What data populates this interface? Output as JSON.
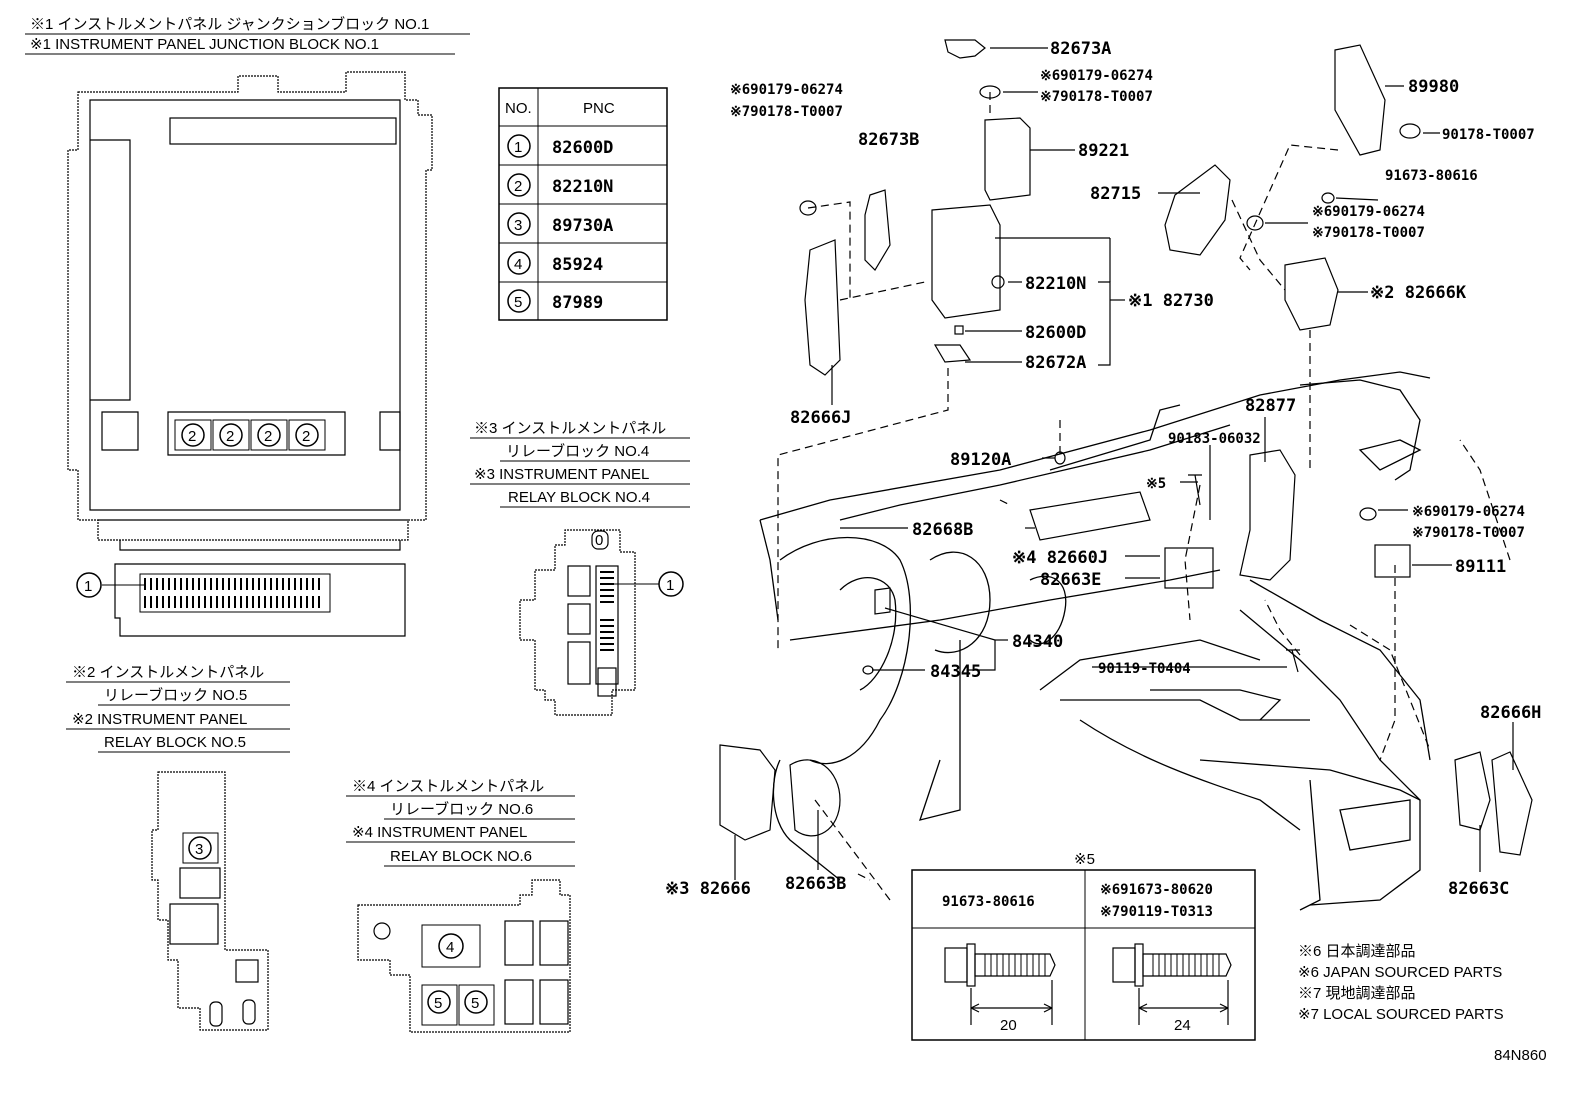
{
  "headings": {
    "jb1_ja": "※1 インストルメントパネル ジャンクションブロック NO.1",
    "jb1_en": "※1 INSTRUMENT PANEL JUNCTION BLOCK NO.1",
    "rb4_ja1": "※3 インストルメントパネル",
    "rb4_ja2": "リレーブロック NO.4",
    "rb4_en1": "※3 INSTRUMENT PANEL",
    "rb4_en2": "RELAY BLOCK NO.4",
    "rb5_ja1": "※2 インストルメントパネル",
    "rb5_ja2": "リレーブロック NO.5",
    "rb5_en1": "※2 INSTRUMENT PANEL",
    "rb5_en2": "RELAY BLOCK NO.5",
    "rb6_ja1": "※4 インストルメントパネル",
    "rb6_ja2": "リレーブロック NO.6",
    "rb6_en1": "※4 INSTRUMENT PANEL",
    "rb6_en2": "RELAY BLOCK NO.6"
  },
  "pnc_table": {
    "header_no": "NO.",
    "header_pnc": "PNC",
    "rows": [
      {
        "no": "1",
        "pnc": "82600D"
      },
      {
        "no": "2",
        "pnc": "82210N"
      },
      {
        "no": "3",
        "pnc": "89730A"
      },
      {
        "no": "4",
        "pnc": "85924"
      },
      {
        "no": "5",
        "pnc": "87989"
      }
    ]
  },
  "callouts": {
    "c1": "1",
    "c2": "2",
    "c3": "3",
    "c4": "4",
    "c5": "5",
    "c0": "0"
  },
  "parts": {
    "p82673A": "82673A",
    "p90179_a": "※690179-06274",
    "p90178_a": "※790178-T0007",
    "p90179_b": "※690179-06274",
    "p90178_b": "※790178-T0007",
    "p82673B": "82673B",
    "p89221": "89221",
    "p82715": "82715",
    "p89980": "89980",
    "p90178_c": "90178-T0007",
    "p91673_a": "91673-80616",
    "p90179_c": "※690179-06274",
    "p90178_d": "※790178-T0007",
    "p82210N": "82210N",
    "p82730": "※1 82730",
    "p82666K": "※2 82666K",
    "p82600D": "82600D",
    "p82672A": "82672A",
    "p82666J": "82666J",
    "p82877": "82877",
    "p90183": "90183-06032",
    "p89120A": "89120A",
    "p_star5": "※5",
    "p90179_d": "※690179-06274",
    "p90178_e": "※790178-T0007",
    "p82668B": "82668B",
    "p82660J": "※4 82660J",
    "p82663E": "82663E",
    "p89111": "89111",
    "p84340": "84340",
    "p84345": "84345",
    "p90119": "90119-T0404",
    "p82666H": "82666H",
    "p82666": "※3 82666",
    "p82663B": "82663B",
    "p82663C": "82663C"
  },
  "bolt_table": {
    "title": "※5",
    "col1": "91673-80616",
    "col2a": "※691673-80620",
    "col2b": "※790119-T0313",
    "dim1": "20",
    "dim2": "24"
  },
  "notes": {
    "n1": "※6 日本調達部品",
    "n2": "※6 JAPAN SOURCED PARTS",
    "n3": "※7 現地調達部品",
    "n4": "※7 LOCAL SOURCED PARTS"
  },
  "diagram_code": "84N860"
}
